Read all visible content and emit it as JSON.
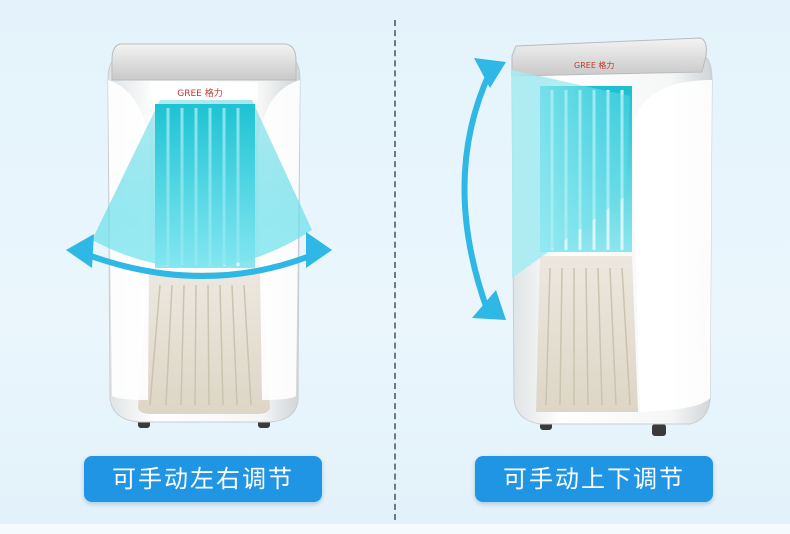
{
  "left_panel": {
    "caption": "可手动左右调节",
    "brand": "GREE格力"
  },
  "right_panel": {
    "caption": "可手动上下调节",
    "brand": "GREE格力"
  },
  "colors": {
    "accent": "#1f95e3",
    "airflow": "#3fd7e6",
    "body": "#f7f8f8",
    "panel": "#e7e2d6"
  }
}
